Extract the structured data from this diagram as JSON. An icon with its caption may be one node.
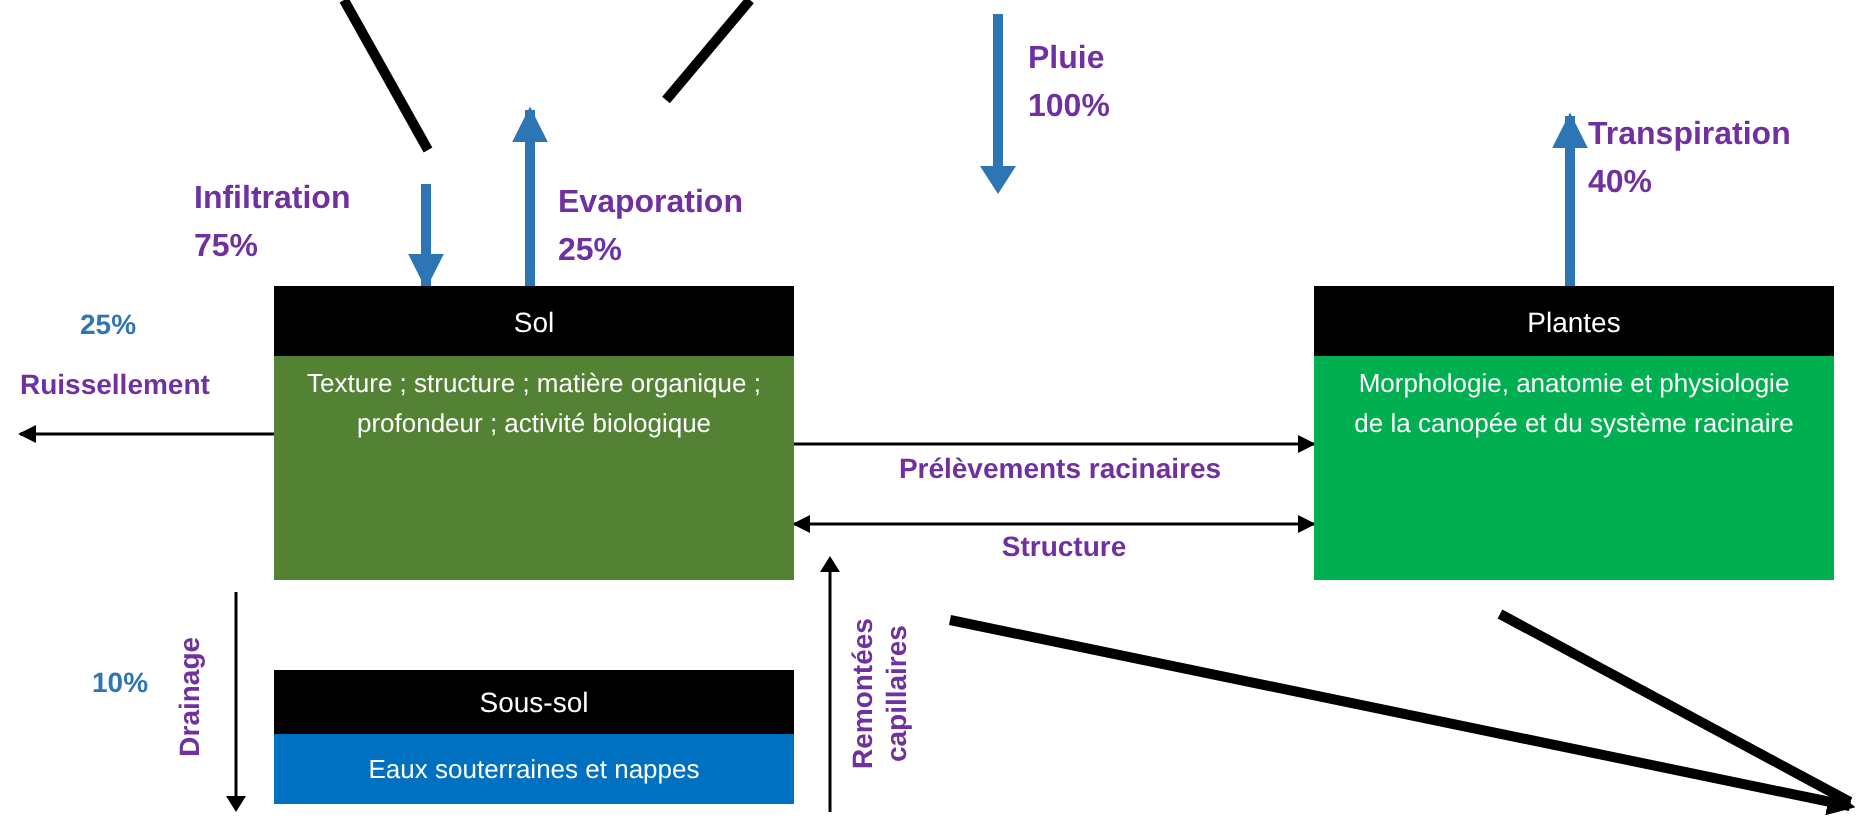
{
  "diagram": {
    "nodes": [
      {
        "text": [
          "Sol",
          "Texture ; structure ; matière organique ; profondeur ; activité biologique"
        ]
      },
      {
        "text": [
          "Plantes",
          "Morphologie, anatomie et physiologie de la canopée et du système racinaire"
        ]
      },
      {
        "text": [
          "Sous-sol",
          "Eaux souterraines et nappes"
        ]
      }
    ],
    "edges": [
      {
        "from": null,
        "to": 0,
        "arrow": "to",
        "label": "Infiltration 75%",
        "style": "thick",
        "color": "#2e75b6"
      },
      {
        "from": 0,
        "to": null,
        "arrow": "to",
        "label": "Evaporation 25%",
        "style": "thick",
        "color": "#2e75b6"
      },
      {
        "from": 1,
        "to": null,
        "arrow": "to",
        "label": "Transpiration 40%",
        "style": "thick",
        "color": "#2e75b6"
      },
      {
        "from": 0,
        "to": null,
        "arrow": "to",
        "label": "Ruissellement",
        "color": "#000000"
      },
      {
        "from": 0,
        "to": 1,
        "arrow": "to",
        "label": "Prélèvements racinaires",
        "color": "#000000"
      },
      {
        "from": 0,
        "to": 1,
        "arrow": "both",
        "label": "Structure",
        "color": "#000000"
      }
    ],
    "labels": [
      "Pluie 100%",
      "25%",
      "10%",
      "Drainage",
      "Remontées capillaires"
    ]
  }
}
